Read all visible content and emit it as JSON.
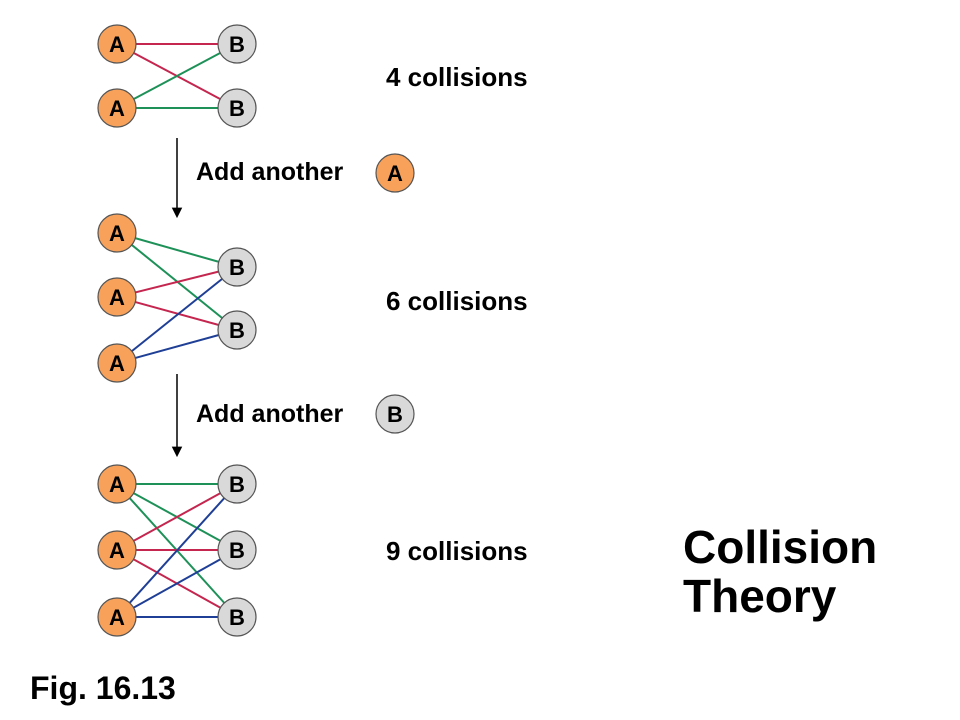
{
  "colors": {
    "particle_a_fill": "#f7a15a",
    "particle_b_fill": "#d9d9d9",
    "line_red": "#c4264f",
    "line_green": "#1e9158",
    "line_blue": "#1f3f96",
    "arrow": "#000000"
  },
  "particles": {
    "a_label": "A",
    "b_label": "B"
  },
  "panels": [
    {
      "collisions_label": "4 collisions"
    },
    {
      "collisions_label": "6 collisions"
    },
    {
      "collisions_label": "9 collisions"
    }
  ],
  "steps": [
    {
      "text": "Add another",
      "particle": "A"
    },
    {
      "text": "Add another",
      "particle": "B"
    }
  ],
  "title_lines": [
    "Collision",
    "Theory"
  ],
  "figure_label": "Fig. 16.13"
}
